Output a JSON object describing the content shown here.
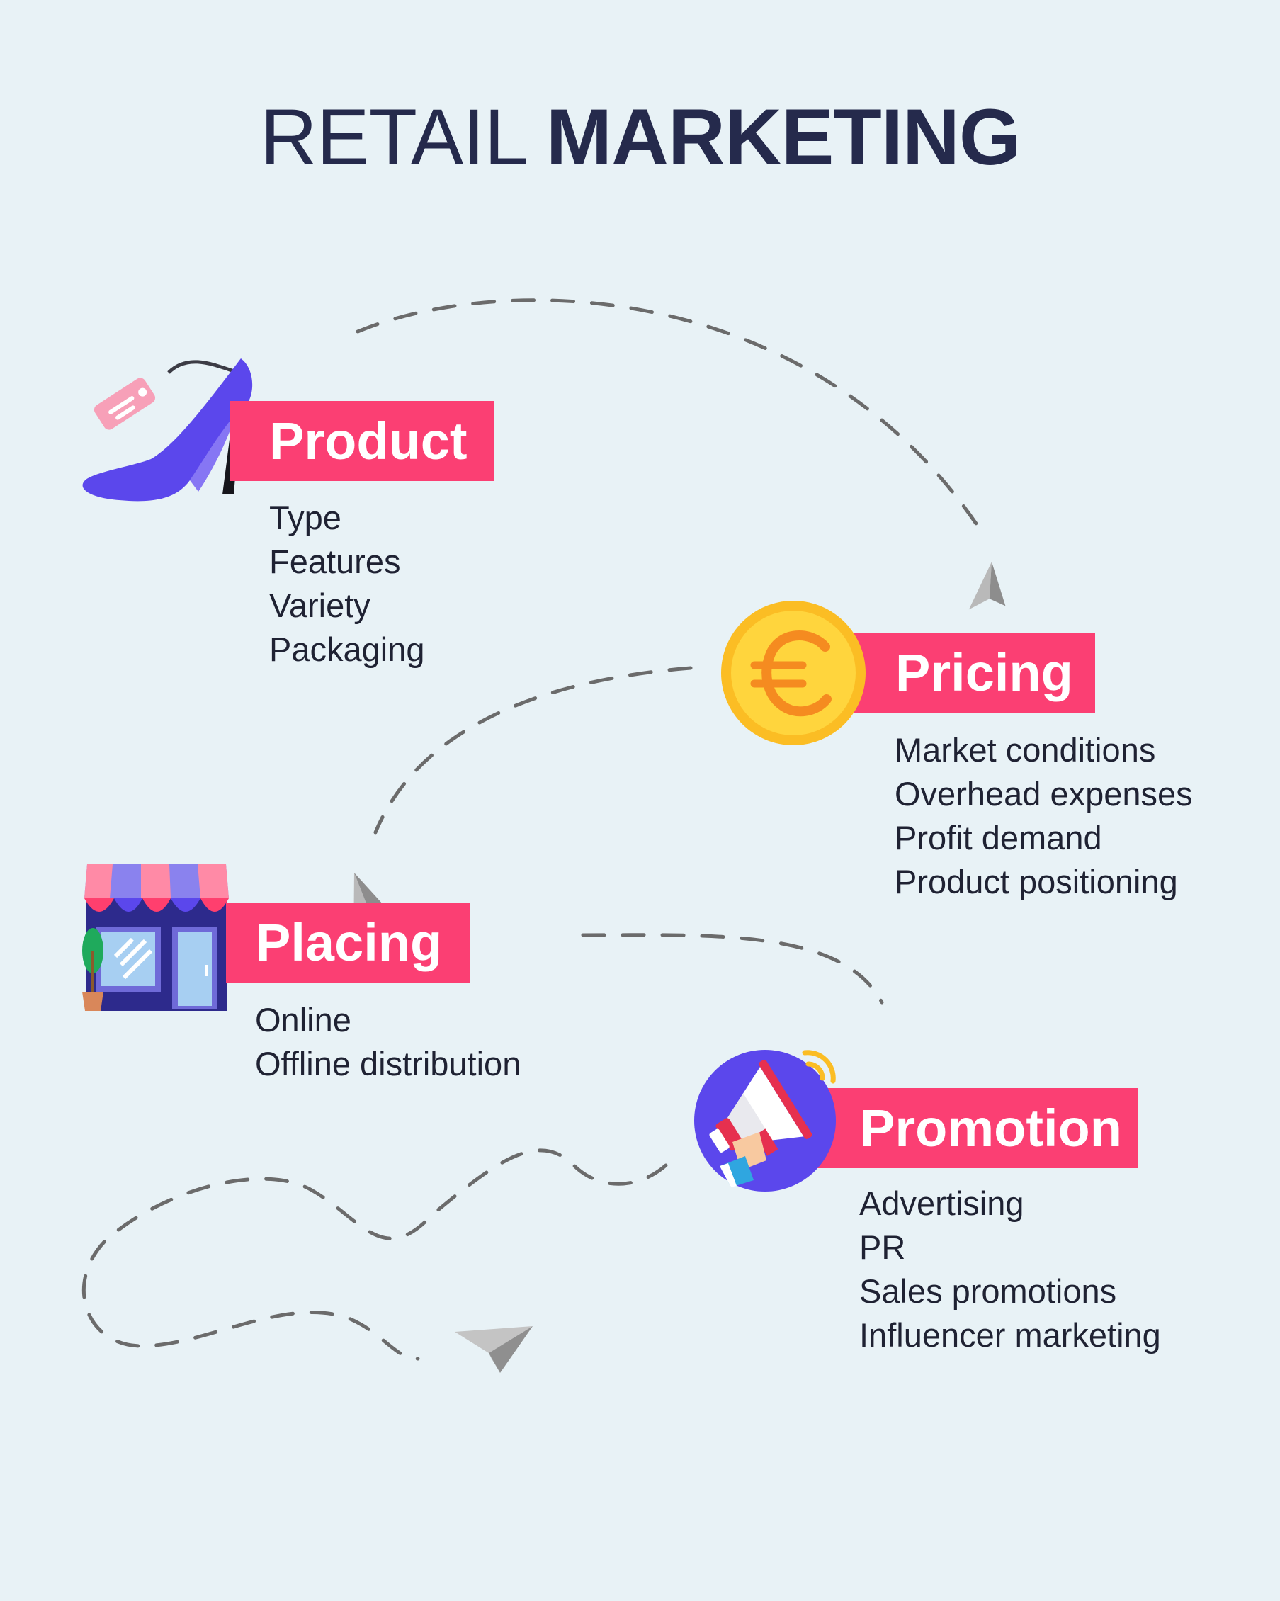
{
  "title": {
    "light": "RETAIL",
    "bold": "MARKETING"
  },
  "colors": {
    "background": "#e8f2f6",
    "title": "#252a4c",
    "label_bg": "#fb3f73",
    "label_text": "#ffffff",
    "items": "#1f2233",
    "dash": "#6b6b6b"
  },
  "sections": [
    {
      "label": "Product",
      "icon": "high-heel-shoe-icon",
      "items": [
        "Type",
        "Features",
        "Variety",
        "Packaging"
      ]
    },
    {
      "label": "Pricing",
      "icon": "euro-coin-icon",
      "items": [
        "Market conditions",
        "Overhead expenses",
        "Profit demand",
        "Product positioning"
      ]
    },
    {
      "label": "Placing",
      "icon": "storefront-icon",
      "items": [
        "Online",
        "Offline distribution"
      ]
    },
    {
      "label": "Promotion",
      "icon": "megaphone-icon",
      "items": [
        "Advertising",
        "PR",
        "Sales promotions",
        "Influencer marketing"
      ]
    }
  ]
}
